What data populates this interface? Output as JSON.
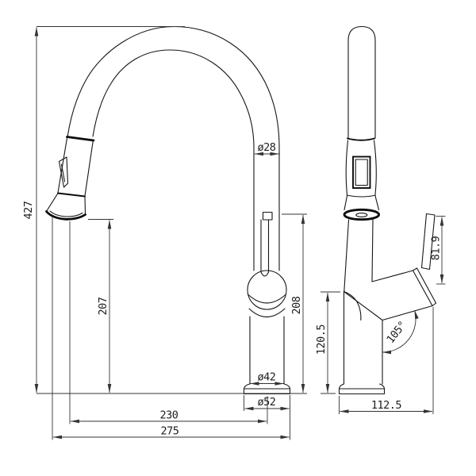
{
  "drawing": {
    "type": "technical-dimension-drawing",
    "subject": "pull-down kitchen faucet, two orthographic views",
    "colors": {
      "line": "#161616",
      "dimension": "#333333",
      "background": "#ffffff"
    },
    "side_view": {
      "overall_height": "427",
      "spray_head_clearance": "207",
      "spout_outlet_height": "208",
      "spout_diameter": "ø28",
      "body_diameter": "ø42",
      "base_diameter": "ø52",
      "spout_reach": "230",
      "overall_reach": "275"
    },
    "front_view": {
      "handle_height": "81.9",
      "body_height": "120.5",
      "handle_angle": "105°",
      "overall_depth": "112.5"
    }
  }
}
